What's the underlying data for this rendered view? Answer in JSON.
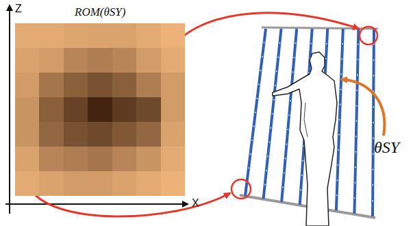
{
  "diagram": {
    "nodes": [
      {
        "text": [
          "ROM(θSY)"
        ]
      }
    ],
    "labels": [
      "Z",
      "X",
      "θSY"
    ]
  }
}
